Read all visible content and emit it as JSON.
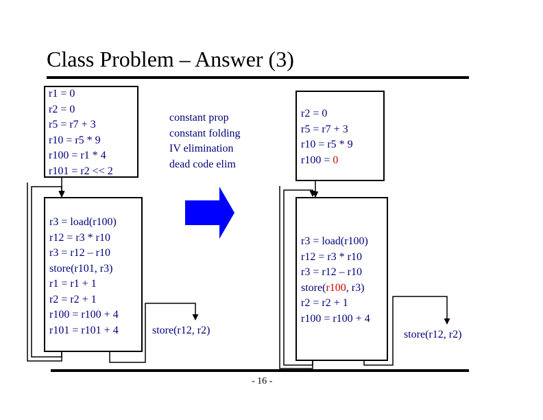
{
  "title": "Class Problem – Answer (3)",
  "page_number": "- 16 -",
  "colors": {
    "code_text": "#00007a",
    "highlight": "#cc0000",
    "arrow_fill": "#0000ff"
  },
  "before": {
    "preheader": [
      "r1 = 0",
      "r2 = 0",
      "r5 = r7 + 3",
      "r10 = r5 * 9",
      "r100 = r1 * 4",
      "r101 = r2 << 2"
    ],
    "loop": [
      "r3 = load(r100)",
      "r12 = r3 * r10",
      "r3 = r12 – r10",
      "store(r101, r3)",
      "r1 = r1 + 1",
      "r2 = r2 + 1",
      "r100 = r100 + 4",
      "r101 = r101 + 4"
    ],
    "exit": "store(r12, r2)"
  },
  "transform": {
    "labels": [
      "constant prop",
      "constant folding",
      "IV elimination",
      "dead code elim"
    ],
    "arrow_icon": "right-arrow-icon"
  },
  "after": {
    "preheader": {
      "line1": "r2 = 0",
      "line2": "r5 = r7 + 3",
      "line3": "r10 = r5 * 9",
      "line4_prefix": "r100 = ",
      "line4_value": "0"
    },
    "loop": {
      "line1": "r3 = load(r100)",
      "line2": "r12 = r3 * r10",
      "line3": "r3 = r12 – r10",
      "line4_prefix": "store(",
      "line4_reg": "r100",
      "line4_suffix": ", r3)",
      "line5": "r2 = r2 + 1",
      "line6": "r100 = r100 + 4"
    },
    "exit": "store(r12, r2)"
  }
}
